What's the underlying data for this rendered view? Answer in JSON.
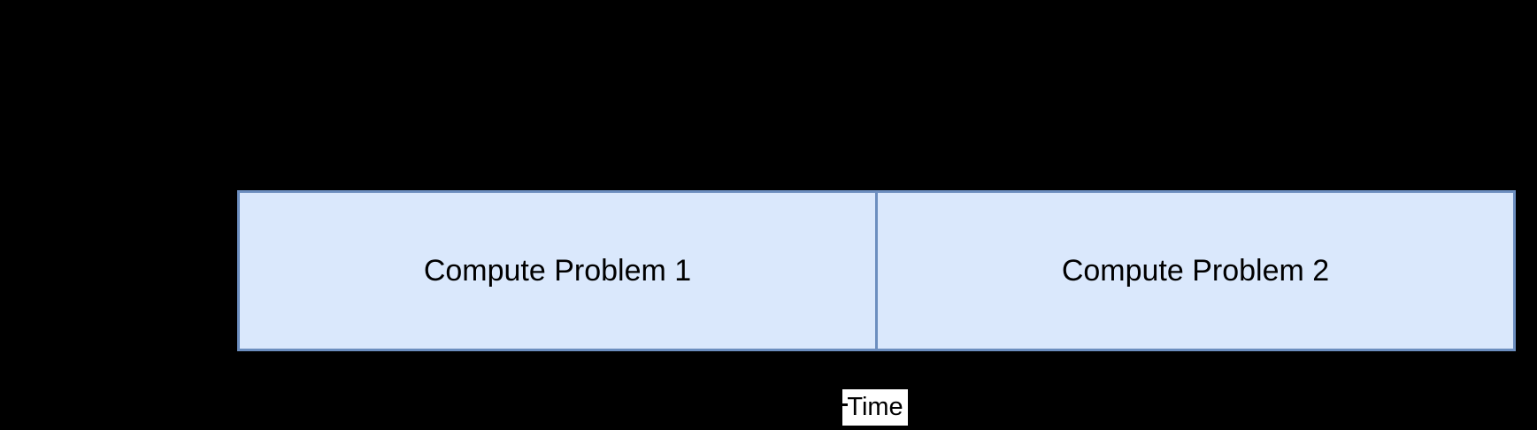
{
  "diagram": {
    "background_color": "#000000",
    "box_fill_color": "#dae8fc",
    "box_border_color": "#6c8ebf",
    "box_text_color": "#000000",
    "boxes": [
      {
        "label": "Compute Problem 1"
      },
      {
        "label": "Compute Problem 2"
      }
    ],
    "time_axis": {
      "label": "Time",
      "label_background": "#ffffff",
      "label_text_color": "#000000",
      "line_color": "#000000"
    }
  }
}
